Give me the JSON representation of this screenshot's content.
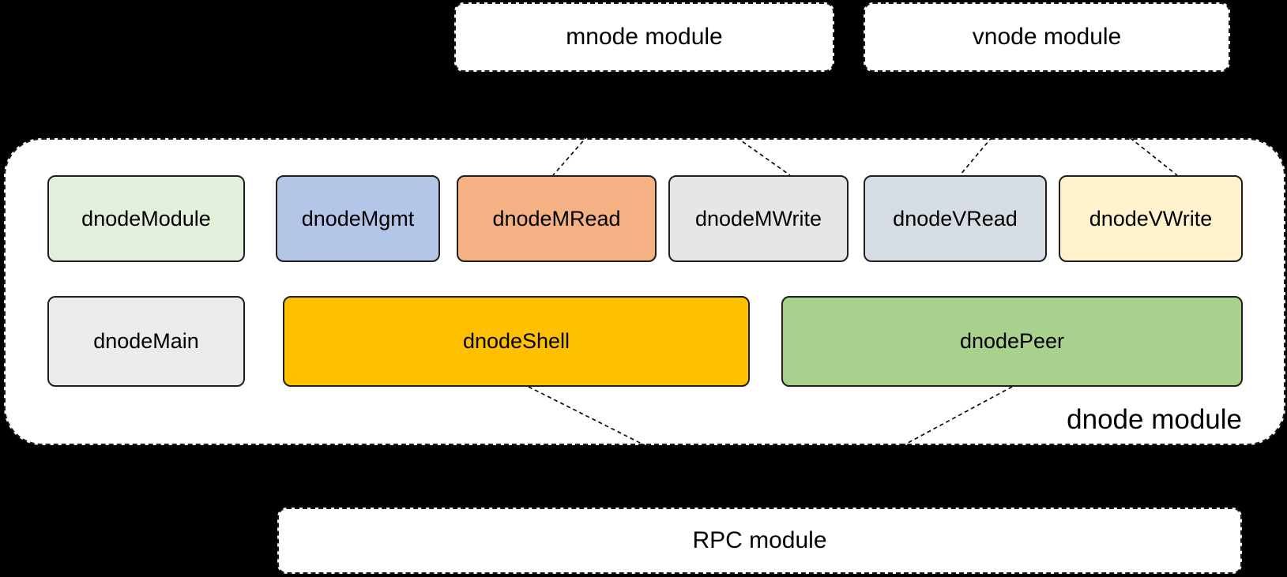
{
  "diagram": {
    "background": "#000000",
    "top_modules": [
      {
        "id": "mnode-module",
        "label": "mnode module",
        "fill": "#ffffff"
      },
      {
        "id": "vnode-module",
        "label": "vnode module",
        "fill": "#ffffff"
      }
    ],
    "dnode_module": {
      "label": "dnode module",
      "row1": [
        {
          "id": "dnodeModule",
          "label": "dnodeModule",
          "fill": "#e2efda"
        },
        {
          "id": "dnodeMgmt",
          "label": "dnodeMgmt",
          "fill": "#b4c6e7"
        },
        {
          "id": "dnodeMRead",
          "label": "dnodeMRead",
          "fill": "#f4b183"
        },
        {
          "id": "dnodeMWrite",
          "label": "dnodeMWrite",
          "fill": "#e7e6e6"
        },
        {
          "id": "dnodeVRead",
          "label": "dnodeVRead",
          "fill": "#d6dce4"
        },
        {
          "id": "dnodeVWrite",
          "label": "dnodeVWrite",
          "fill": "#fff2cc"
        }
      ],
      "row2": [
        {
          "id": "dnodeMain",
          "label": "dnodeMain",
          "fill": "#ebebeb"
        },
        {
          "id": "dnodeShell",
          "label": "dnodeShell",
          "fill": "#ffc000"
        },
        {
          "id": "dnodePeer",
          "label": "dnodePeer",
          "fill": "#a9d18e"
        }
      ]
    },
    "bottom_module": {
      "id": "rpc-module",
      "label": "RPC module",
      "fill": "#ffffff"
    },
    "connections": [
      {
        "from": "mnode module",
        "to": "dnodeMRead"
      },
      {
        "from": "mnode module",
        "to": "dnodeMWrite"
      },
      {
        "from": "vnode module",
        "to": "dnodeVRead"
      },
      {
        "from": "vnode module",
        "to": "dnodeVWrite"
      },
      {
        "from": "dnodeShell",
        "to": "RPC module"
      },
      {
        "from": "dnodePeer",
        "to": "RPC module"
      }
    ],
    "line_color": "#000000"
  }
}
